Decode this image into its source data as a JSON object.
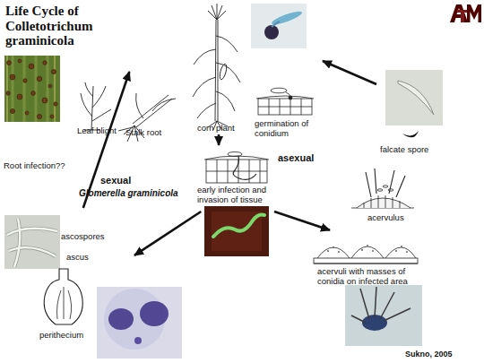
{
  "diagram": {
    "title": "Life Cycle of Colletotrichum graminicola",
    "nodes": [
      {
        "text": [
          "corn plant"
        ]
      },
      {
        "text": [
          "germination of conidium"
        ]
      },
      {
        "text": [
          "falcate spore"
        ]
      },
      {
        "text": [
          "Stalk root"
        ]
      },
      {
        "text": [
          "early infection and invasion of tissue"
        ]
      },
      {
        "text": [
          "acervulus",
          "acervuli with masses of conidia on infected area"
        ]
      },
      {
        "text": [
          "ascospores",
          "ascus",
          "perithecium"
        ]
      }
    ],
    "edges": [
      {
        "from": 0,
        "to": 4,
        "arrow": "to"
      },
      {
        "from": 4,
        "to": 5,
        "arrow": "to"
      },
      {
        "from": 2,
        "to": 1,
        "arrow": "to"
      },
      {
        "from": 4,
        "to": 6,
        "arrow": "to"
      },
      {
        "from": 6,
        "to": 3,
        "arrow": "to"
      }
    ],
    "labels": [
      "Leaf blight",
      "Root infection??",
      "sexual",
      "Glomerella graminicola",
      "asexual",
      "Sukno, 2005"
    ]
  }
}
